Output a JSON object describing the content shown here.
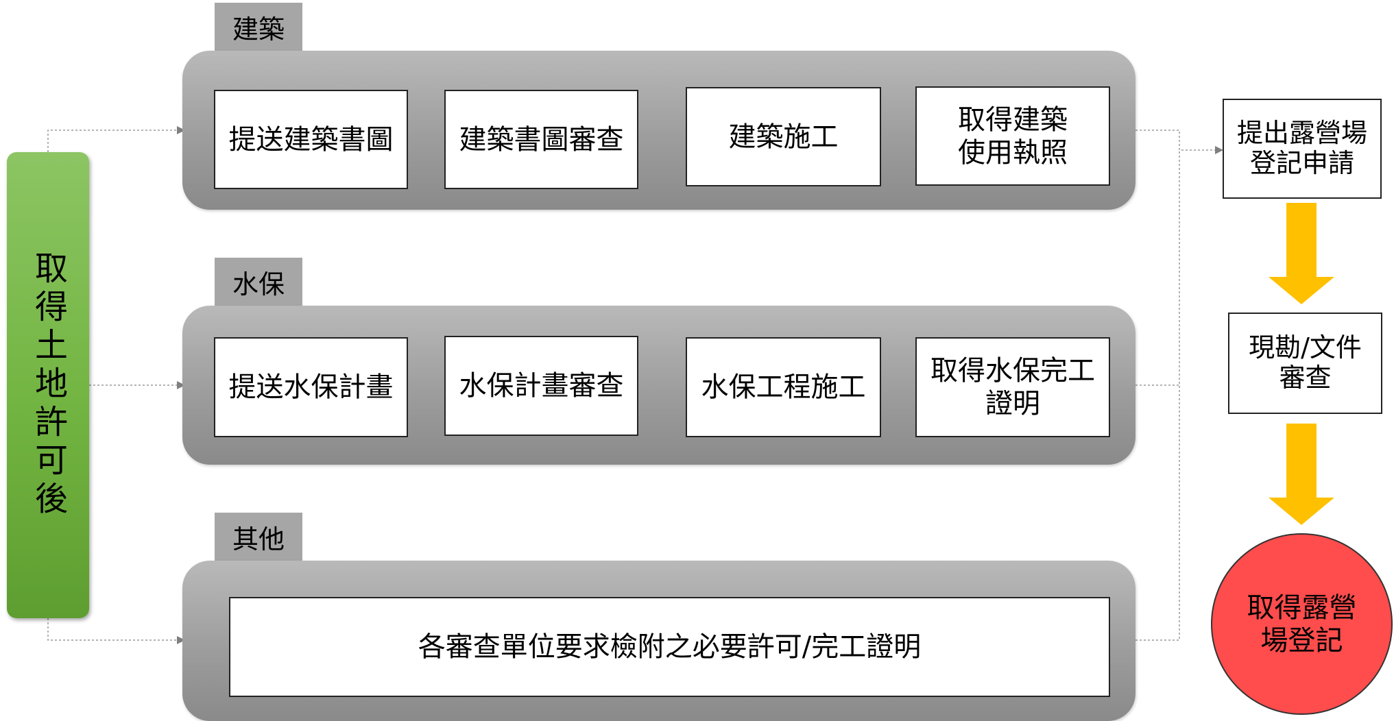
{
  "start": {
    "label": "取得土地許可後"
  },
  "sections": {
    "building": {
      "tab": "建築",
      "steps": [
        "提送建築書圖",
        "建築書圖審查",
        "建築施工",
        "取得建築\n使用執照"
      ]
    },
    "soil": {
      "tab": "水保",
      "steps": [
        "提送水保計畫",
        "水保計畫審查",
        "水保工程施工",
        "取得水保完工\n證明"
      ]
    },
    "other": {
      "tab": "其他",
      "step": "各審查單位要求檢附之必要許可/完工證明"
    }
  },
  "process": {
    "apply": "提出露營場\n登記申請",
    "review": "現勘/文件\n審查",
    "result": "取得露營\n場登記"
  },
  "colors": {
    "start_bar": "#72b441",
    "panel": "#a6a6a6",
    "arrow": "#ffc000",
    "result_circle": "#ff4c4c",
    "connector": "#9a9a9a"
  }
}
